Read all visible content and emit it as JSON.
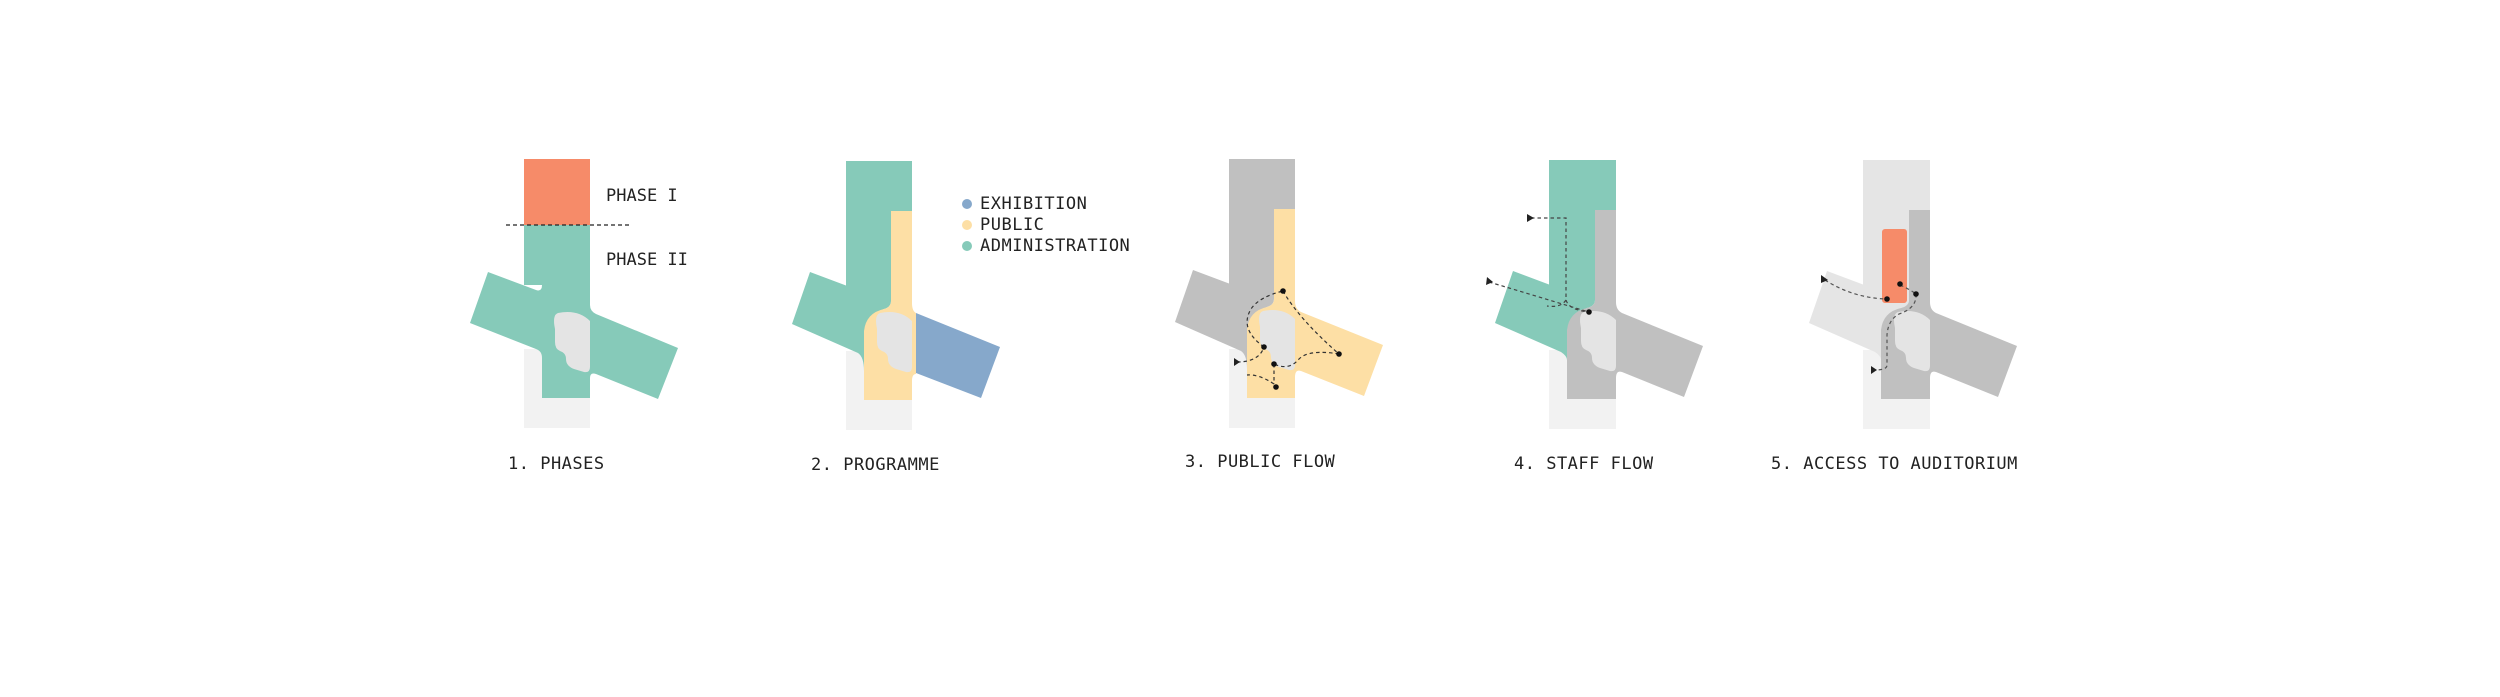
{
  "colors": {
    "phase_one": "#f68b69",
    "administration": "#86cab9",
    "public": "#fddfa5",
    "exhibition": "#86a8cb",
    "neutral_dark": "#c0c0c0",
    "neutral_light": "#e5e5e5",
    "neutral_faint": "#f2f2f2",
    "auditorium": "#f68b69",
    "core": "#e4e4e4",
    "path": "#222222"
  },
  "diagrams": [
    {
      "id": 1,
      "caption": "1. PHASES",
      "labels": {
        "phase_one": "PHASE I",
        "phase_two": "PHASE II"
      }
    },
    {
      "id": 2,
      "caption": "2. PROGRAMME",
      "legend": [
        {
          "label": "EXHIBITION",
          "color": "#86a8cb"
        },
        {
          "label": "PUBLIC",
          "color": "#fddfa5"
        },
        {
          "label": "ADMINISTRATION",
          "color": "#86cab9"
        }
      ]
    },
    {
      "id": 3,
      "caption": "3. PUBLIC FLOW"
    },
    {
      "id": 4,
      "caption": "4. STAFF FLOW"
    },
    {
      "id": 5,
      "caption": "5. ACCESS TO AUDITORIUM"
    }
  ]
}
